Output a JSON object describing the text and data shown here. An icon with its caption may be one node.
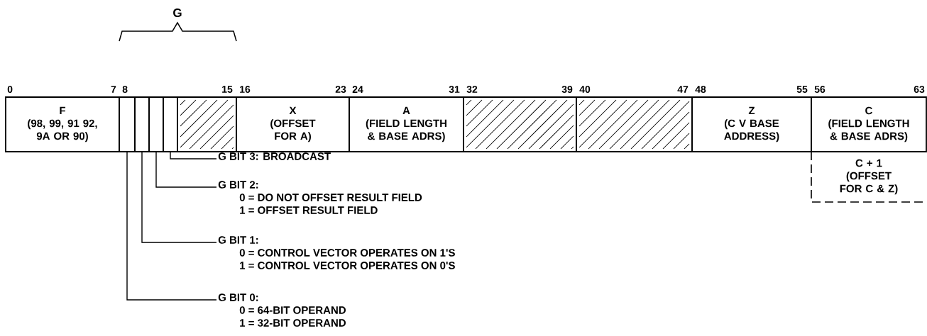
{
  "diagram": {
    "nodes": [
      {
        "text": [
          "F",
          "(98, 99, 91 92, 9A OR 90)"
        ]
      },
      {
        "text": [],
        "shape": "box"
      },
      {
        "text": [],
        "shape": "box"
      },
      {
        "text": [],
        "shape": "box"
      },
      {
        "text": [],
        "shape": "box"
      },
      {
        "text": [],
        "shape": "box"
      },
      {
        "text": [
          "X",
          "(OFFSET FOR A)"
        ]
      },
      {
        "text": [
          "A",
          "(FIELD LENGTH & BASE ADRS)"
        ]
      },
      {
        "text": [],
        "shape": "box"
      },
      {
        "text": [],
        "shape": "box"
      },
      {
        "text": [
          "Z",
          "(C V BASE ADDRESS)"
        ]
      },
      {
        "text": [
          "C",
          "(FIELD LENGTH & BASE ADRS)"
        ]
      },
      {
        "text": [
          "C + 1",
          "(OFFSET FOR C & Z)"
        ]
      },
      {
        "text": [
          "G BIT 3: BROADCAST"
        ]
      },
      {
        "text": [
          "G BIT 2:",
          "0 = DO NOT OFFSET RESULT FIELD",
          "1 = OFFSET RESULT FIELD"
        ]
      },
      {
        "text": [
          "G BIT 1:",
          "0 = CONTROL VECTOR OPERATES ON 1'S",
          "1 = CONTROL VECTOR OPERATES ON 0'S"
        ]
      },
      {
        "text": [
          "G BIT 0:",
          "0 = 64-BIT OPERAND",
          "1 = 32-BIT OPERAND"
        ]
      }
    ],
    "edges": [
      {
        "from": 13,
        "to": 4,
        "arrow": "none"
      },
      {
        "from": 14,
        "to": 3,
        "arrow": "none"
      },
      {
        "from": 15,
        "to": 2,
        "arrow": "none"
      },
      {
        "from": 16,
        "to": 1,
        "arrow": "none"
      }
    ],
    "labels": [
      "G",
      "0",
      "7",
      "8",
      "15",
      "16",
      "23",
      "24",
      "31",
      "32",
      "39",
      "40",
      "47",
      "48",
      "55",
      "56",
      "63"
    ]
  }
}
